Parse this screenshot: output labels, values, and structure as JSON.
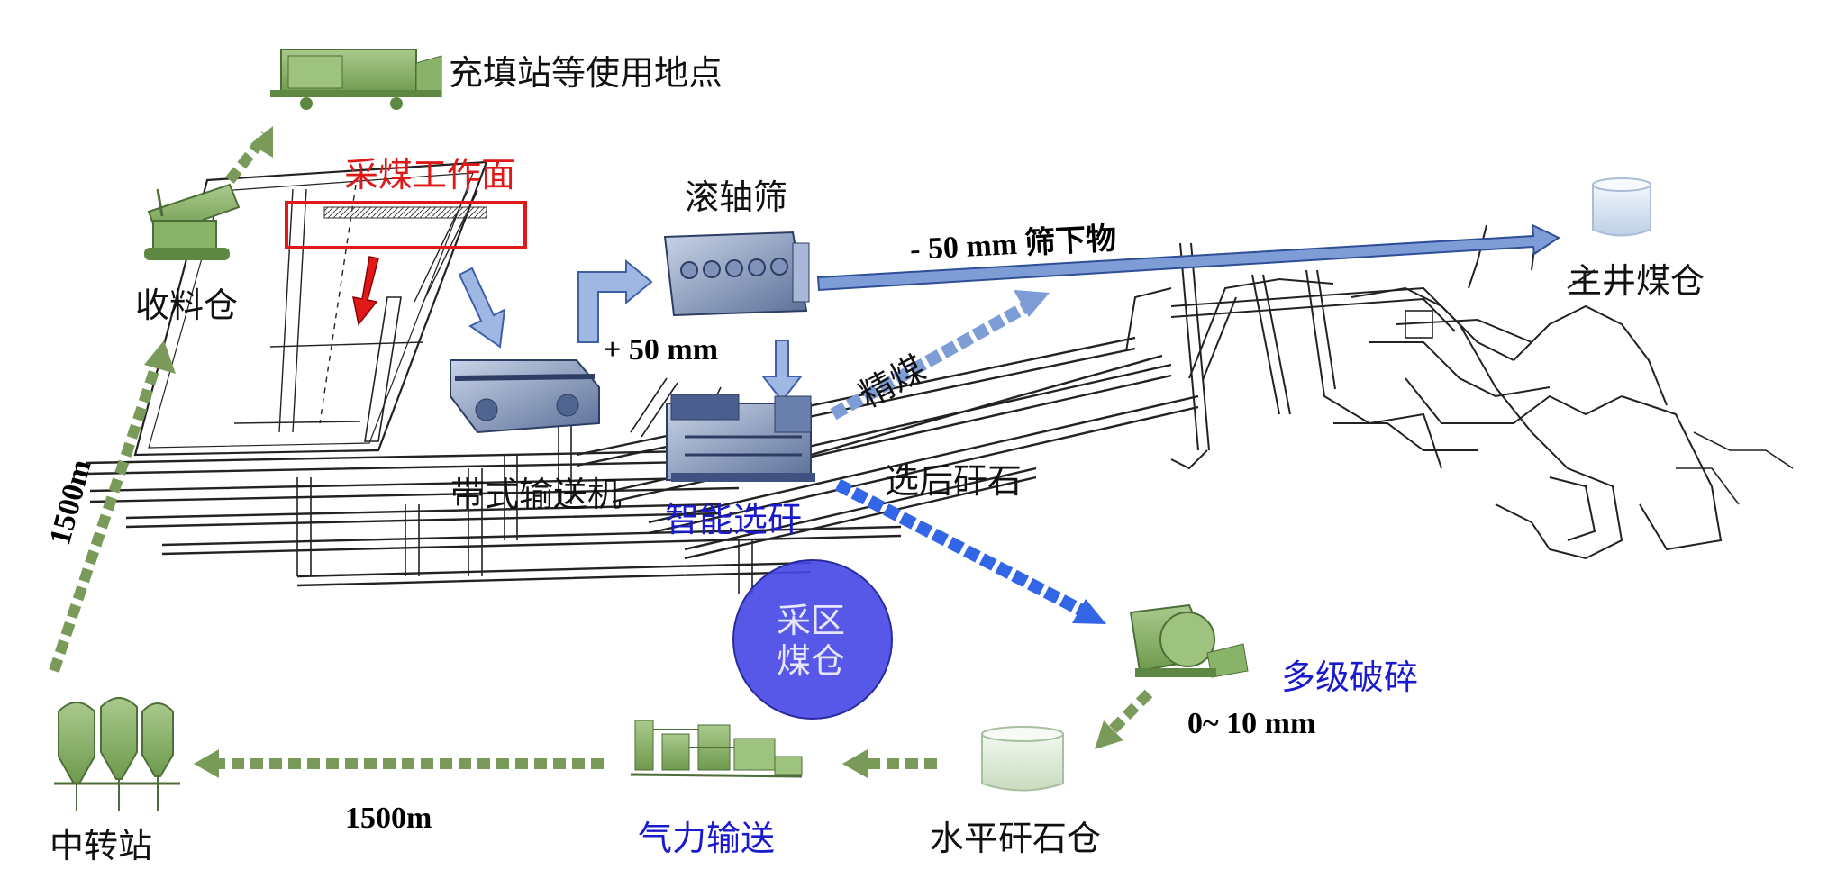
{
  "colors": {
    "green_arrow": "#7a9a5a",
    "blue_arrow": "#7e9cd6",
    "bright_blue": "#3366e6",
    "red": "#e01818",
    "bin_circle": "#4a4ae6",
    "label_blue": "#1a1acc"
  },
  "labels": {
    "fill_station": "充填站等使用地点",
    "collect_bin": "收料仓",
    "mining_face": "采煤工作面",
    "roller_screen": "滚轴筛",
    "undersize": "- 50 mm  筛下物",
    "main_bin": "主井煤仓",
    "oversize": "+ 50 mm",
    "clean_coal": "精煤",
    "belt_conveyor": "带式输送机",
    "smart_sort": "智能选矸",
    "sorted_gangue": "选后矸石",
    "dist_vertical": "1500m",
    "district_bin_line1": "采区",
    "district_bin_line2": "煤仓",
    "multi_crush": "多级破碎",
    "crush_size": "0~ 10 mm",
    "transfer_station": "中转站",
    "dist_horizontal": "1500m",
    "pneumatic": "气力输送",
    "horizontal_bin": "水平矸石仓"
  },
  "icons": [
    "filling-machine-icon",
    "collector-machine-icon",
    "roller-screen-icon",
    "belt-conveyor-icon",
    "sorting-machine-icon",
    "crusher-icon",
    "silo-group-icon",
    "pneumatic-system-icon",
    "gangue-bin-icon",
    "coal-bin-icon"
  ]
}
